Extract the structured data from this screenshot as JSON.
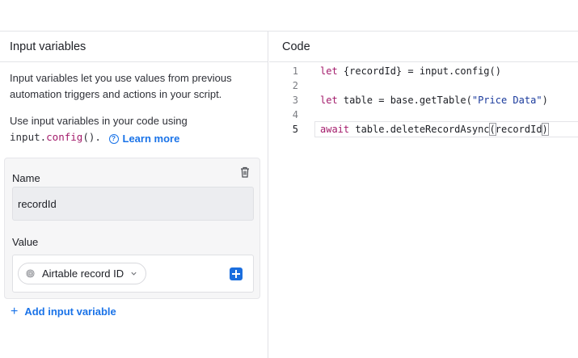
{
  "left_panel": {
    "title": "Input variables",
    "description": "Input variables let you use values from previous automation triggers and actions in your script.",
    "usage_prefix": "Use input variables in your code using",
    "usage_code_obj": "input.",
    "usage_code_fn": "config",
    "usage_code_suffix": "().",
    "learn_more": "Learn more",
    "help_glyph": "?",
    "card": {
      "name_label": "Name",
      "name_value": "recordId",
      "value_label": "Value",
      "value_pill": "Airtable record ID"
    },
    "add_variable": "Add input variable",
    "add_glyph": "+"
  },
  "right_panel": {
    "title": "Code",
    "active_line": 5,
    "lines": [
      {
        "num": "1",
        "kw": "let",
        "rest": " {recordId} = input.config()"
      },
      {
        "num": "2"
      },
      {
        "num": "3",
        "kw": "let",
        "rest": " table = base.getTable(",
        "str": "\"Price Data\"",
        "tail": ")"
      },
      {
        "num": "4"
      },
      {
        "num": "5",
        "kw": "await",
        "rest": " table.deleteRecordAsync",
        "open": "(",
        "arg": "recordId",
        "close": ")"
      }
    ]
  },
  "icons": {
    "delete": "trash-icon",
    "help": "help-circle-icon",
    "record": "fingerprint-icon",
    "dropdown": "chevron-down-icon",
    "add": "plus-square-icon"
  },
  "colors": {
    "accent": "#1a73e8",
    "keyword": "#a31b6b",
    "string": "#1a3a9c",
    "add_button": "#1b6ede"
  }
}
